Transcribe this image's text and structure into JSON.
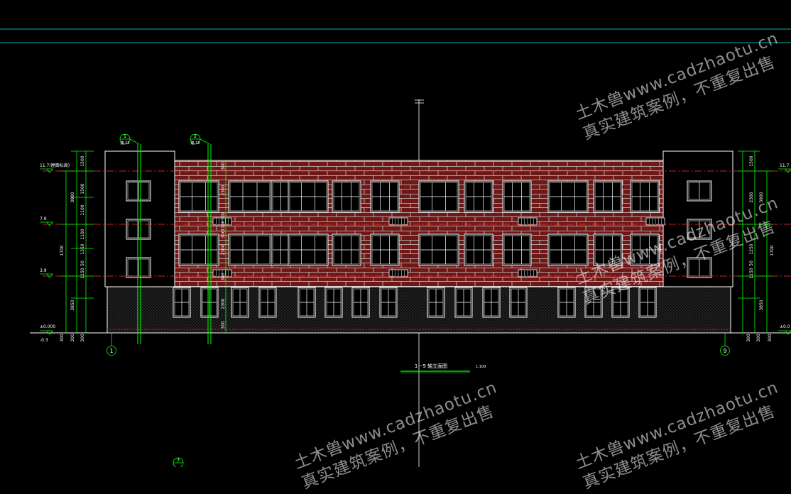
{
  "drawing": {
    "title": "1－9 轴立面图",
    "scale": "1:100",
    "grid_left": "1",
    "grid_right": "9",
    "detail_bubbles": [
      {
        "num": "1",
        "ref": "建-15"
      },
      {
        "num": "2",
        "ref": "建-15"
      },
      {
        "num": "3",
        "ref": ""
      }
    ]
  },
  "levels": {
    "left": [
      "11.7(屋面标高)",
      "7.9",
      "3.9",
      "±0.000",
      "-0.3"
    ],
    "right": [
      "11.7",
      "±0.0"
    ]
  },
  "dims_left": {
    "outer": [
      "3900",
      "1700",
      "3850"
    ],
    "middle": [
      "1500",
      "1500",
      "1100",
      "1100",
      "1350",
      "50",
      "1150"
    ],
    "bottom": [
      "300",
      "300",
      "300"
    ]
  },
  "dims_wall": [
    "300",
    "2300",
    "300",
    "1100",
    "300",
    "2300",
    "300",
    "2300",
    "300"
  ],
  "dims_right": {
    "outer": [
      "3900",
      "1700",
      "3850"
    ],
    "middle": [
      "1500",
      "2300",
      "1250",
      "50",
      "1150"
    ],
    "bottom": [
      "300",
      "300",
      "300"
    ]
  },
  "watermark": {
    "line1": "土木兽www.cadzhaotu.cn",
    "line2": "真实建筑案例，不重复出售"
  },
  "colors": {
    "background": "#000000",
    "outline": "#ffffff",
    "brick": "#7a1c1c",
    "mortar": "#c8c8c8",
    "dimension": "#00ff00",
    "level_line": "#ff3030",
    "axis": "#00c8c8"
  }
}
